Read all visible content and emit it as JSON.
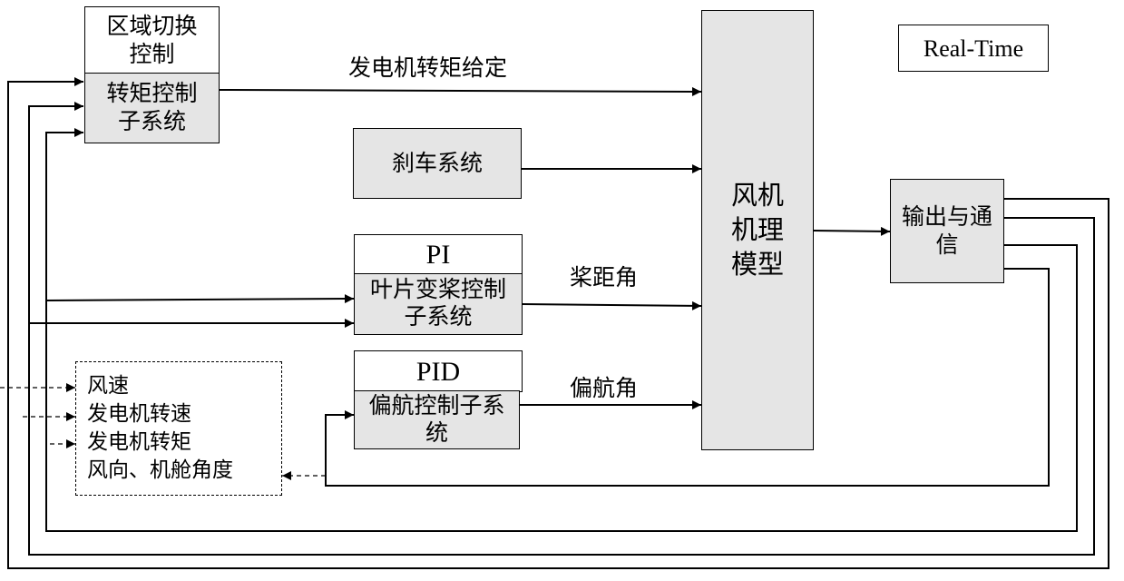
{
  "diagram": {
    "zone_switch_block": "区域切换控制",
    "torque_control_block": "转矩控制子系统",
    "torque_signal": "发电机转矩给定",
    "brake_block": "刹车系统",
    "pi_block": "PI",
    "pitch_control_block": "叶片变桨控制子系统",
    "pitch_signal": "桨距角",
    "pid_block": "PID",
    "yaw_control_block": "偏航控制子系统",
    "yaw_signal": "偏航角",
    "turbine_model_block": "风机机理模型",
    "output_block": "输出与通信",
    "realtime_label": "Real-Time",
    "measurements": [
      "风速",
      "发电机转速",
      "发电机转矩",
      "风向、机舱角度"
    ]
  }
}
